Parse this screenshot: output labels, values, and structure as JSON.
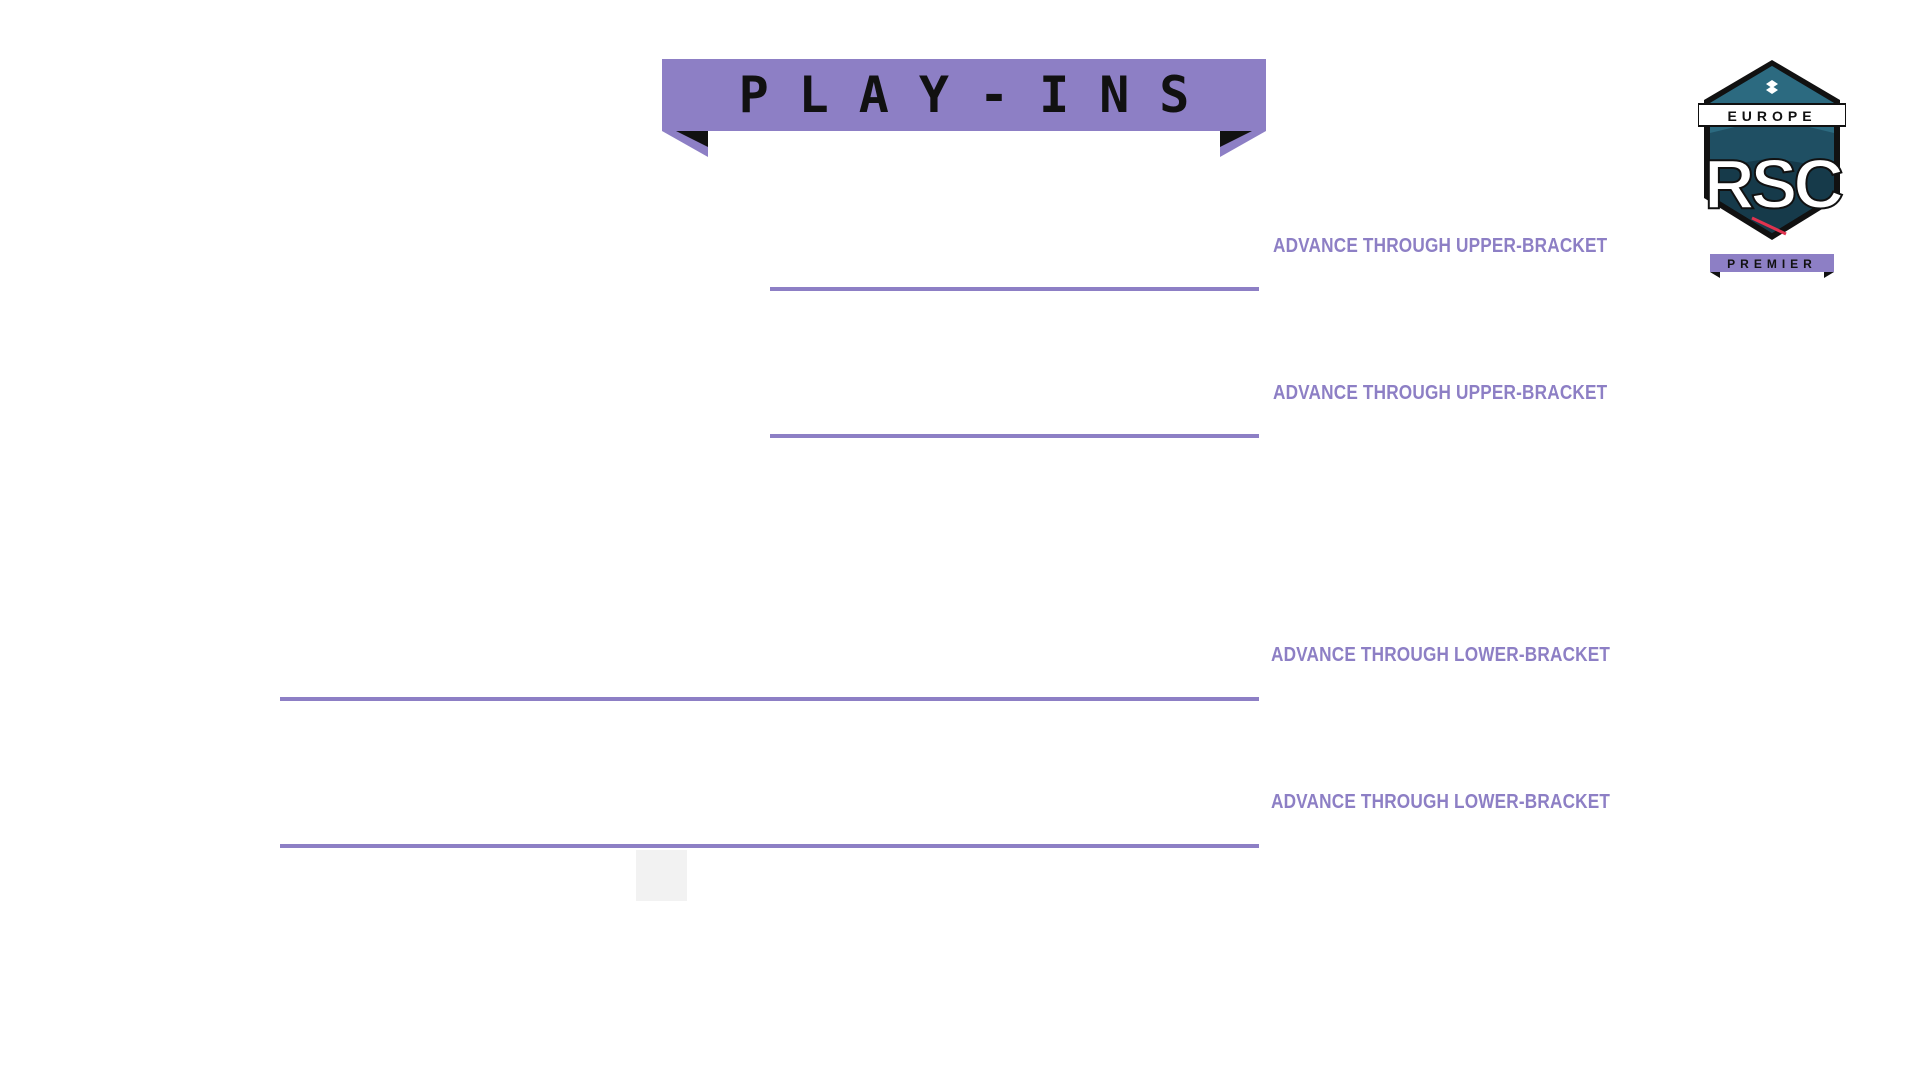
{
  "title": "PLAY-INS",
  "colors": {
    "accent": "#8d7fc5",
    "title_text": "#111111",
    "shadow": "#111111"
  },
  "bracket_labels": [
    "ADVANCE THROUGH UPPER-BRACKET",
    "ADVANCE THROUGH UPPER-BRACKET",
    "ADVANCE THROUGH LOWER-BRACKET",
    "ADVANCE THROUGH LOWER-BRACKET"
  ],
  "logo": {
    "region": "EUROPE",
    "mark": "RSC",
    "tier": "PREMIER"
  }
}
